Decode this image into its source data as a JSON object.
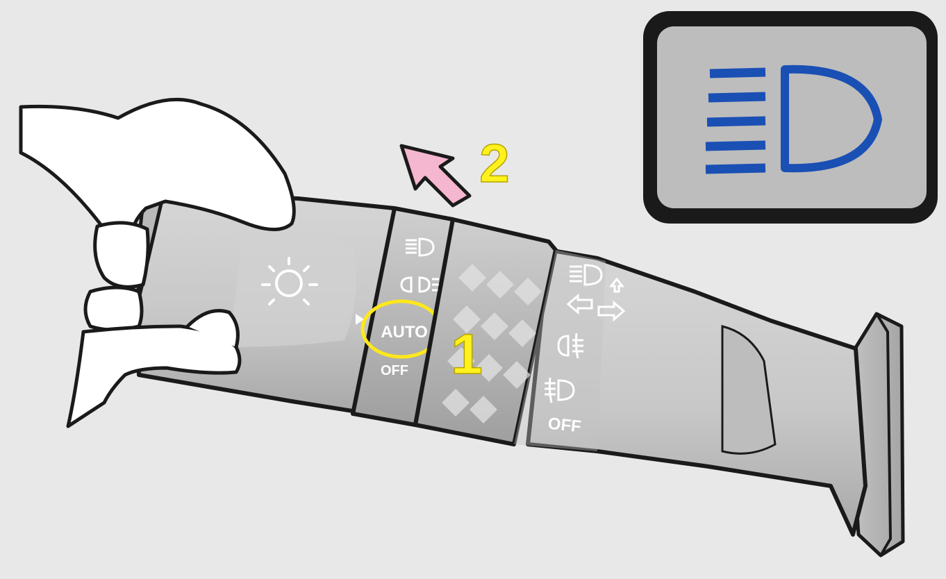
{
  "indicator_panel": {
    "icon": "high-beam-icon",
    "icon_color": "#1a4fb4",
    "bg": "#bdbdbd"
  },
  "inner_ring": {
    "positions": [
      "high-beam-icon",
      "parking-lights-icon",
      "AUTO",
      "OFF"
    ],
    "auto_label": "AUTO",
    "off_label": "OFF"
  },
  "outer_ring": {
    "positions": [
      "high-beam-flash-icon",
      "turn-signal-icon",
      "rear-fog-icon",
      "front-fog-icon",
      "OFF"
    ],
    "off_label": "OFF"
  },
  "steps": [
    {
      "number": "1",
      "action": "turn ring to AUTO"
    },
    {
      "number": "2",
      "action": "push lever forward"
    }
  ],
  "colors": {
    "step_number": "#fff21c",
    "highlight_ring": "#ffe81a",
    "arrow": "#f5b6cf",
    "lever": "#c9c9c9",
    "outline": "#1a1a1a"
  }
}
